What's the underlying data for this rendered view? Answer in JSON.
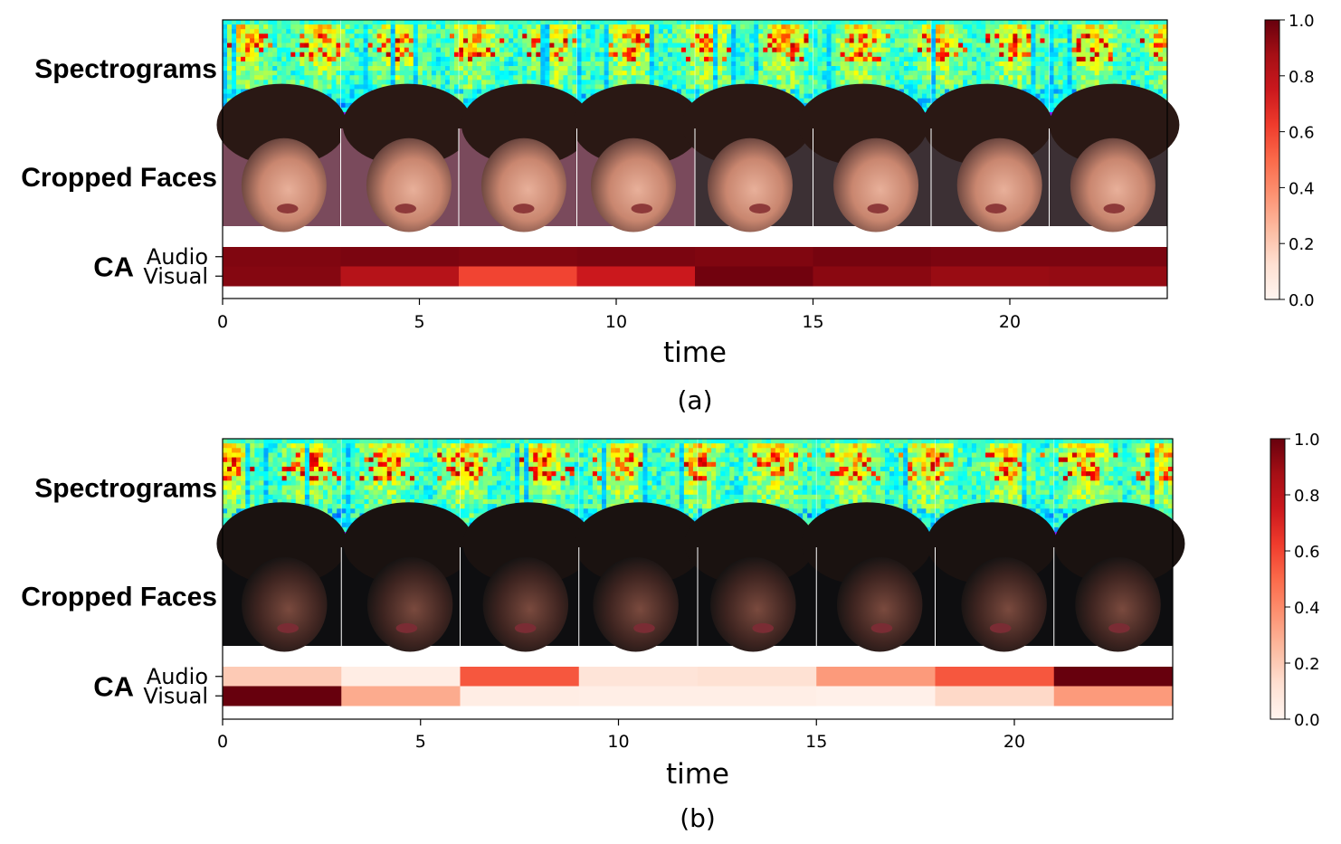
{
  "chart_data": [
    {
      "type": "heatmap",
      "caption": "(a)",
      "xlabel": "time",
      "xlim": [
        0,
        24
      ],
      "xticks": [
        0,
        5,
        10,
        15,
        20
      ],
      "row_labels": [
        "Spectrograms",
        "Cropped Faces",
        "CA"
      ],
      "heatmap_rows": [
        "Audio",
        "Visual"
      ],
      "segments": [
        0,
        3,
        6,
        9,
        12,
        15,
        18,
        21,
        24
      ],
      "series": [
        {
          "name": "Audio",
          "values": [
            0.95,
            0.96,
            0.95,
            0.96,
            0.95,
            0.97,
            0.96,
            0.96
          ]
        },
        {
          "name": "Visual",
          "values": [
            0.94,
            0.82,
            0.6,
            0.75,
            0.98,
            0.93,
            0.9,
            0.91
          ]
        }
      ],
      "colorbar": {
        "cmap": "Reds",
        "range": [
          0.0,
          1.0
        ],
        "ticks": [
          "0.0",
          "0.2",
          "0.4",
          "0.6",
          "0.8",
          "1.0"
        ]
      },
      "face_tone": "light"
    },
    {
      "type": "heatmap",
      "caption": "(b)",
      "xlabel": "time",
      "xlim": [
        0,
        24
      ],
      "xticks": [
        0,
        5,
        10,
        15,
        20
      ],
      "row_labels": [
        "Spectrograms",
        "Cropped Faces",
        "CA"
      ],
      "heatmap_rows": [
        "Audio",
        "Visual"
      ],
      "segments": [
        0,
        3,
        6,
        9,
        12,
        15,
        18,
        21,
        24
      ],
      "series": [
        {
          "name": "Audio",
          "values": [
            0.2,
            0.05,
            0.55,
            0.1,
            0.12,
            0.35,
            0.55,
            1.0
          ]
        },
        {
          "name": "Visual",
          "values": [
            1.0,
            0.3,
            0.05,
            0.04,
            0.04,
            0.03,
            0.15,
            0.35
          ]
        }
      ],
      "colorbar": {
        "cmap": "Reds",
        "range": [
          0.0,
          1.0
        ],
        "ticks": [
          "0.0",
          "0.2",
          "0.4",
          "0.6",
          "0.8",
          "1.0"
        ]
      },
      "face_tone": "dark"
    }
  ]
}
